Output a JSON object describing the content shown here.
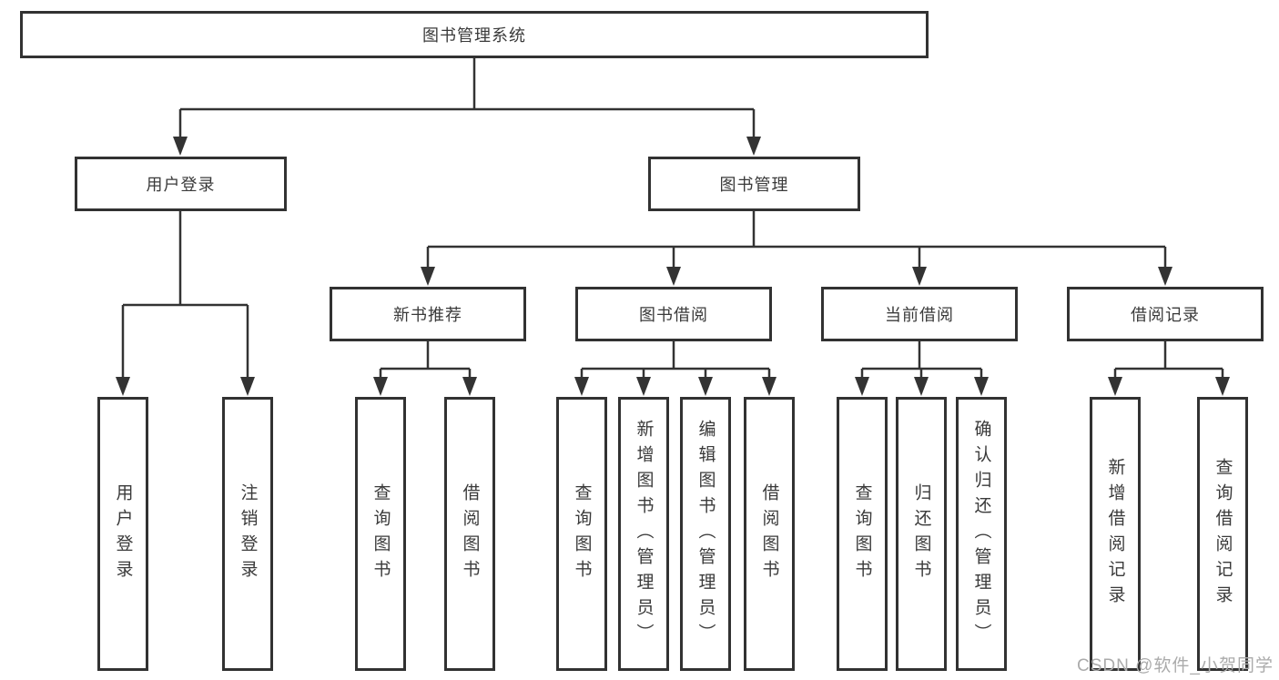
{
  "diagram": {
    "root": {
      "label": "图书管理系统"
    },
    "branches": [
      {
        "label": "用户登录",
        "children": [
          {
            "label": "用户登录"
          },
          {
            "label": "注销登录"
          }
        ]
      },
      {
        "label": "图书管理",
        "children": [
          {
            "label": "新书推荐",
            "children": [
              {
                "label": "查询图书"
              },
              {
                "label": "借阅图书"
              }
            ]
          },
          {
            "label": "图书借阅",
            "children": [
              {
                "label": "查询图书"
              },
              {
                "label": "新增图书（管理员）"
              },
              {
                "label": "编辑图书（管理员）"
              },
              {
                "label": "借阅图书"
              }
            ]
          },
          {
            "label": "当前借阅",
            "children": [
              {
                "label": "查询图书"
              },
              {
                "label": "归还图书"
              },
              {
                "label": "确认归还（管理员）"
              }
            ]
          },
          {
            "label": "借阅记录",
            "children": [
              {
                "label": "新增借阅记录"
              },
              {
                "label": "查询借阅记录"
              }
            ]
          }
        ]
      }
    ]
  },
  "watermark": {
    "text": "CSDN @软件_小贺同学"
  },
  "colors": {
    "line": "#323232",
    "text": "#3a3a3a",
    "background": "#ffffff",
    "watermark": "#ababab"
  }
}
